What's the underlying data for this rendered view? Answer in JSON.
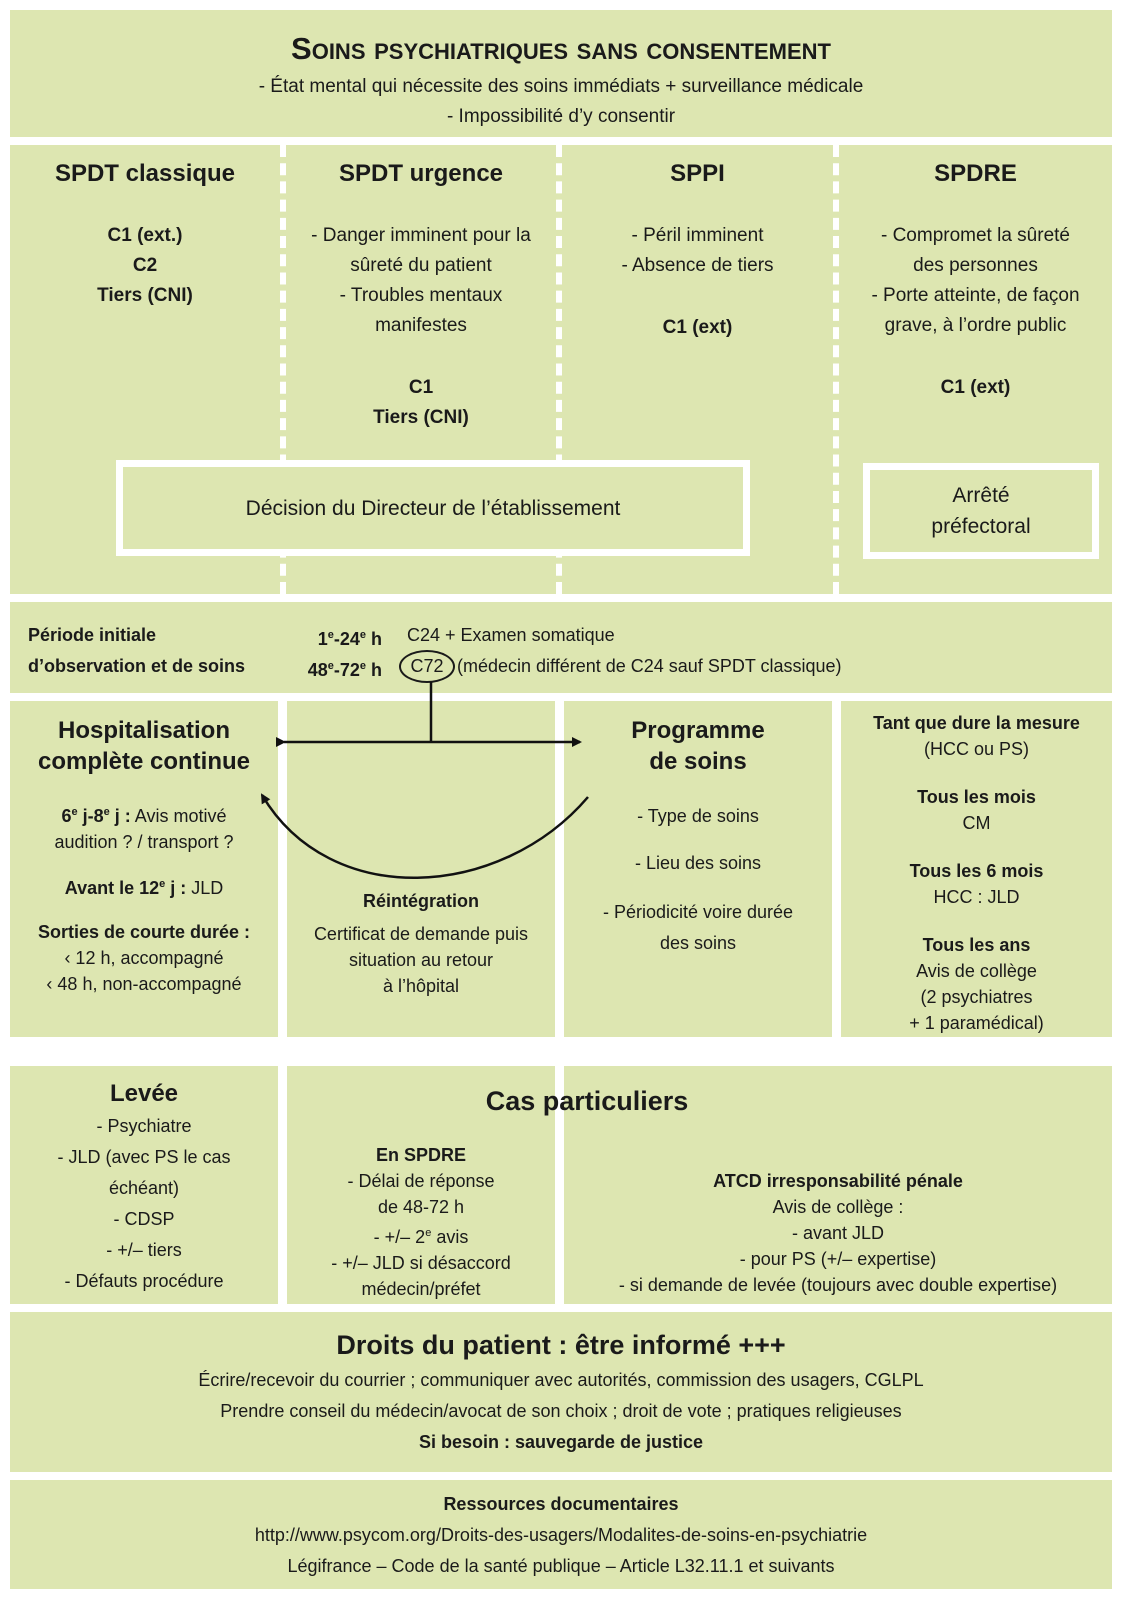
{
  "title": {
    "main": "Soins psychiatriques sans consentement",
    "cond1": "- État mental qui nécessite des soins immédiats + surveillance médicale",
    "cond2": "- Impossibilité d’y consentir"
  },
  "modes": {
    "classique": {
      "title": "SPDT classique",
      "l1": "C1 (ext.)",
      "l2": "C2",
      "l3": "Tiers (CNI)"
    },
    "urgence": {
      "title": "SPDT urgence",
      "l1": "- Danger imminent pour la",
      "l2": "sûreté du patient",
      "l3": "- Troubles mentaux",
      "l4": "manifestes",
      "c1": "C1",
      "tiers": "Tiers (CNI)"
    },
    "sppi": {
      "title": "SPPI",
      "l1": "- Péril imminent",
      "l2": "- Absence de tiers",
      "c1": "C1 (ext)"
    },
    "spdre": {
      "title": "SPDRE",
      "l1": "- Compromet la sûreté",
      "l2": "des personnes",
      "l3": "- Porte atteinte, de façon",
      "l4": "grave, à l’ordre public",
      "c1": "C1 (ext)"
    }
  },
  "decision": {
    "directeur": "Décision du Directeur de l’établissement",
    "prefet_l1": "Arrêté",
    "prefet_l2": "préfectoral"
  },
  "periode": {
    "label1": "Période initiale",
    "label2": "d’observation et de soins",
    "r1_time_a": "1",
    "r1_sup_a": "e",
    "r1_time_b": "-24",
    "r1_sup_b": "e",
    "r1_time_c": " h",
    "r1_text": "C24 + Examen somatique",
    "r2_time_a": "48",
    "r2_sup_a": "e",
    "r2_time_b": "-72",
    "r2_sup_b": "e",
    "r2_time_c": " h",
    "r2_circled": "C72",
    "r2_text": "(médecin différent de C24 sauf SPDT classique)"
  },
  "hcc": {
    "title1": "Hospitalisation",
    "title2": "complète continue",
    "a_pre": "6",
    "a_sup1": "e",
    "a_mid": " j-8",
    "a_sup2": "e",
    "a_post": " j :",
    "a_text": " Avis motivé",
    "a_line2": "audition ? / transport ?",
    "b_pre": "Avant le 12",
    "b_sup": "e",
    "b_post": " j :",
    "b_text": " JLD",
    "c_title": "Sorties de courte durée :",
    "c_l1": "‹ 12 h, accompagné",
    "c_l2": "‹ 48 h, non-accompagné"
  },
  "reintegration": {
    "title": "Réintégration",
    "l1": "Certificat de demande puis",
    "l2": "situation au retour",
    "l3": "à l’hôpital"
  },
  "programme": {
    "title1": "Programme",
    "title2": "de soins",
    "l1": "- Type de soins",
    "l2": "- Lieu des soins",
    "l3": "- Périodicité voire durée",
    "l4": "des soins"
  },
  "suivi": {
    "t1": "Tant que dure la mesure",
    "t1b": "(HCC ou PS)",
    "t2": "Tous les mois",
    "t2b": "CM",
    "t3": "Tous les 6 mois",
    "t3b": "HCC : JLD",
    "t4": "Tous les ans",
    "t4b": "Avis de collège",
    "t4c": "(2 psychiatres",
    "t4d": "+ 1 paramédical)"
  },
  "levee": {
    "title": "Levée",
    "l1": "- Psychiatre",
    "l2": "- JLD (avec PS le cas",
    "l3": "échéant)",
    "l4": "- CDSP",
    "l5": "- +/– tiers",
    "l6": "- Défauts procédure"
  },
  "cas": {
    "title": "Cas particuliers",
    "spdre_title": "En SPDRE",
    "s1": "- Délai de réponse",
    "s2": "de 48-72 h",
    "s3a": "- +/– 2",
    "s3sup": "e",
    "s3b": " avis",
    "s4": "- +/– JLD si désaccord",
    "s5": "médecin/préfet",
    "atcd_title": "ATCD irresponsabilité pénale",
    "a1": "Avis de collège :",
    "a2": "- avant JLD",
    "a3": "- pour PS (+/– expertise)",
    "a4": "- si demande de levée (toujours avec double expertise)"
  },
  "droits": {
    "title": "Droits du patient : être informé +++",
    "l1": "Écrire/recevoir du courrier ; communiquer avec autorités, commission des usagers, CGLPL",
    "l2": "Prendre conseil du médecin/avocat de son choix ; droit de vote ; pratiques religieuses",
    "l3": "Si besoin : sauvegarde de justice"
  },
  "ressources": {
    "title": "Ressources documentaires",
    "url": "http://www.psycom.org/Droits-des-usagers/Modalites-de-soins-en-psychiatrie",
    "legi": "Légifrance – Code de la santé publique – Article L32.11.1 et suivants"
  },
  "colors": {
    "panel": "#dde6b1",
    "border": "#ffffff",
    "text": "#1a1a1a"
  }
}
